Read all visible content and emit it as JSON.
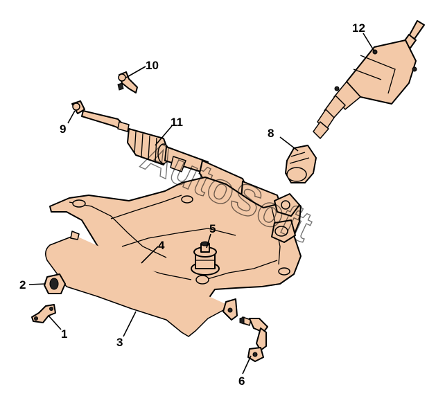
{
  "diagram": {
    "watermark": "AutoSoft",
    "callouts": [
      {
        "id": "1",
        "label": "1"
      },
      {
        "id": "2",
        "label": "2"
      },
      {
        "id": "3",
        "label": "3"
      },
      {
        "id": "4",
        "label": "4"
      },
      {
        "id": "5",
        "label": "5"
      },
      {
        "id": "6",
        "label": "6"
      },
      {
        "id": "8",
        "label": "8"
      },
      {
        "id": "9",
        "label": "9"
      },
      {
        "id": "10",
        "label": "10"
      },
      {
        "id": "11",
        "label": "11"
      },
      {
        "id": "12",
        "label": "12"
      }
    ]
  },
  "colors": {
    "part_fill": "#f3c9a8",
    "outline": "#000000",
    "background": "#ffffff"
  }
}
